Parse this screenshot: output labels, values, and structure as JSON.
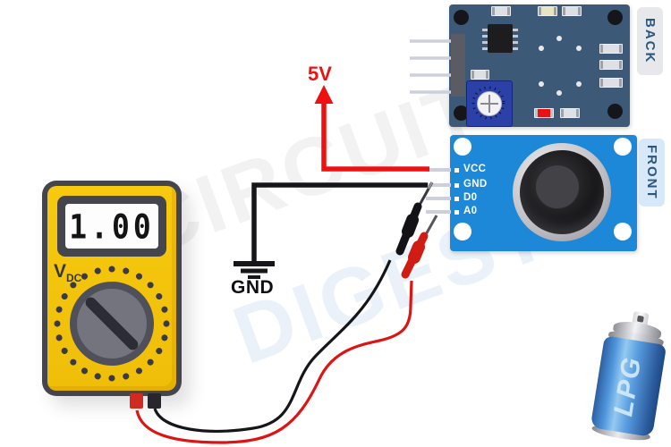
{
  "multimeter": {
    "display_value": "1.00",
    "mode_main": "V",
    "mode_sub": "DC"
  },
  "labels": {
    "supply": "5V",
    "ground": "GND"
  },
  "module": {
    "back_tab": "BACK",
    "front_tab": "FRONT",
    "pins": [
      {
        "label": "VCC"
      },
      {
        "label": "GND"
      },
      {
        "label": "D0"
      },
      {
        "label": "A0"
      }
    ]
  },
  "spray_can": {
    "label": "LPG"
  },
  "watermark": {
    "word1": "CIRCUIT",
    "word2": "DIGEST"
  },
  "colors": {
    "accent_red": "#ee1111",
    "wire_black": "#16161a",
    "front_board_blue": "#1e88d8",
    "back_board_blue": "#3c5a77",
    "meter_yellow": "#f5c60f",
    "pot_blue": "#2c41a8",
    "can_blue": "#4f96dd",
    "tab_text_blue": "#2a577f"
  }
}
